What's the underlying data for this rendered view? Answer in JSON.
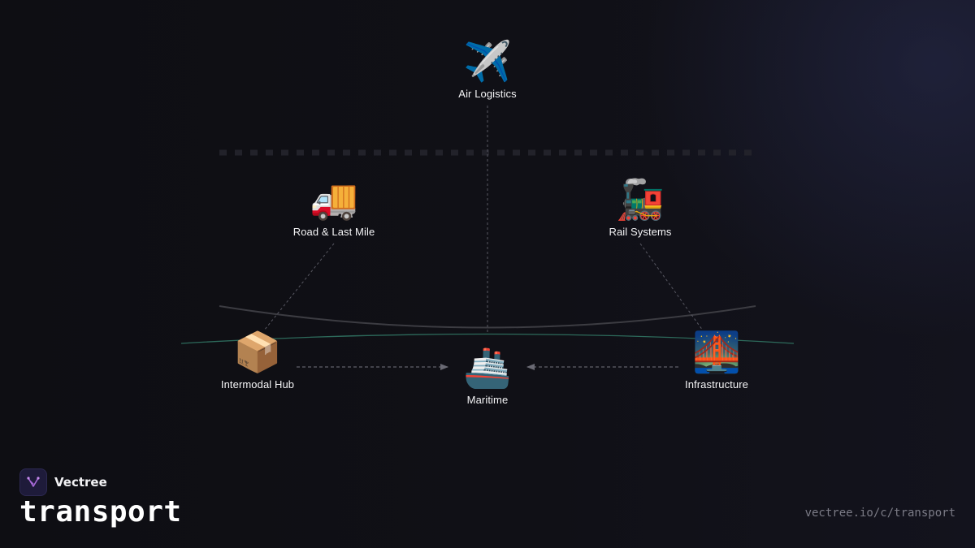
{
  "diagram": {
    "nodes": [
      {
        "id": "air",
        "label": "Air Logistics",
        "icon": "airplane-icon",
        "glyph": "✈️"
      },
      {
        "id": "road",
        "label": "Road & Last Mile",
        "icon": "delivery-truck-icon",
        "glyph": "🚚"
      },
      {
        "id": "rail",
        "label": "Rail Systems",
        "icon": "locomotive-icon",
        "glyph": "🚂"
      },
      {
        "id": "hub",
        "label": "Intermodal Hub",
        "icon": "package-icon",
        "glyph": "📦"
      },
      {
        "id": "maritime",
        "label": "Maritime",
        "icon": "ship-icon",
        "glyph": "🚢"
      },
      {
        "id": "infra",
        "label": "Infrastructure",
        "icon": "bridge-at-night-icon",
        "glyph": "🌉"
      }
    ],
    "edges": [
      {
        "from": "air",
        "to": "maritime",
        "style": "dashed"
      },
      {
        "from": "road",
        "to": "hub",
        "style": "dashed"
      },
      {
        "from": "rail",
        "to": "infra",
        "style": "dashed"
      },
      {
        "from": "hub",
        "to": "maritime",
        "style": "dashed-arrow"
      },
      {
        "from": "infra",
        "to": "maritime",
        "style": "dashed-arrow"
      }
    ]
  },
  "colors": {
    "background": "#0f0f14",
    "edge": "#5a5a64",
    "arc_gray": "#3a3a3f",
    "arc_teal": "#2f6b5c",
    "grid_dots": "#23232a"
  },
  "brand": {
    "name": "Vectree",
    "logo_icon": "vectree-logo-icon"
  },
  "category_title": "transport",
  "url": "vectree.io/c/transport"
}
